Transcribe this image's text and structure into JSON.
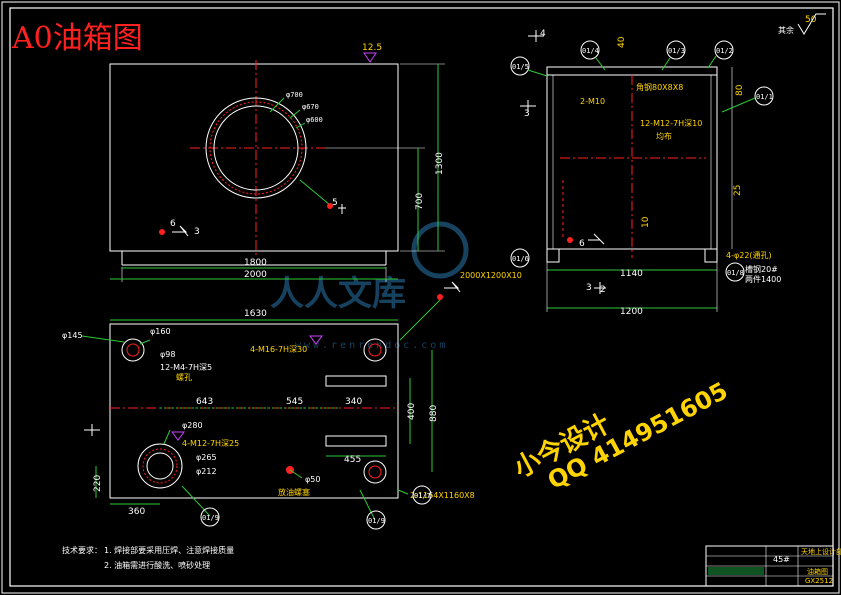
{
  "drawing_title": "A0油箱图",
  "watermark_site": "人人文库",
  "watermark_url": "www.renrendoc.com",
  "author_text": "小今设计",
  "author_qq": "QQ 414951605",
  "roughness_main": "12.5",
  "roughness_other": "其余",
  "roughness_other_val": "50",
  "front_view": {
    "dims": {
      "d700": "φ700",
      "d670": "φ670",
      "d600": "φ600",
      "h1300": "1300",
      "h700": "700",
      "w1800": "1800",
      "w2000": "2000"
    },
    "section_marks": {
      "s5": "5",
      "s6": "6",
      "s3": "3"
    }
  },
  "side_view": {
    "labels": {
      "angle_steel": "角钢80X8X8",
      "hole_2m10": "2-M10",
      "hole_12m12": "12-M12-7H深10",
      "even": "均布",
      "plate": "2000X1200X10",
      "hole_4d22": "4-φ22(通孔)",
      "l_steel": "槽钢20#",
      "l_steel2": "两件1400",
      "d40": "40",
      "d80": "80",
      "d10": "10",
      "d25": "25",
      "w1140": "1140",
      "w1200": "1200"
    },
    "balloons": [
      "01/1",
      "01/2",
      "01/3",
      "01/4",
      "01/5",
      "01/6",
      "01/7",
      "01/8",
      "01/9"
    ],
    "marks": {
      "m4": "4",
      "m3": "3",
      "m6": "6",
      "m2": "2"
    }
  },
  "top_view": {
    "dims": {
      "d145": "φ145",
      "d160": "φ160",
      "d98": "φ98",
      "hole_12m": "12-M4-7H深5",
      "tap": "螺孔",
      "w1630": "1630",
      "w643": "643",
      "w545": "545",
      "w340": "340",
      "w455": "455",
      "h400": "400",
      "h880": "880",
      "h220": "220",
      "w360": "360",
      "d280": "φ280",
      "d265": "φ265",
      "d212": "φ212",
      "d50": "φ50",
      "hole_4m16": "4-M16-7H深30",
      "hole_4m12": "4-M12-7H深25",
      "plate2": "2-1164X1160X8",
      "drain": "放油螺塞"
    }
  },
  "notes": {
    "title": "技术要求：",
    "line1": "1. 焊接部要采用压焊、注意焊接质量",
    "line2": "2. 油箱需进行酸洗、喷砂处理"
  },
  "title_block": {
    "number": "45#",
    "org": "天地上设计部",
    "name": "油箱图",
    "code": "GX2512"
  }
}
